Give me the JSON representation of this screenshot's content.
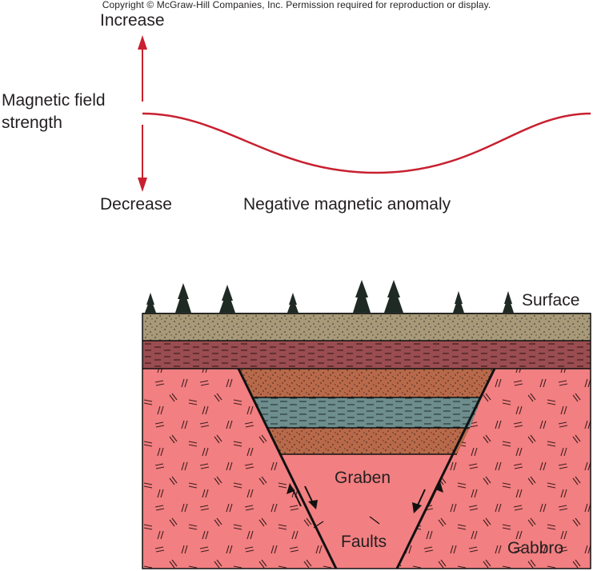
{
  "copyright": "Copyright © McGraw-Hill Companies, Inc. Permission required for reproduction or display.",
  "graph": {
    "increase_label": "Increase",
    "decrease_label": "Decrease",
    "axis_label_line1": "Magnetic field",
    "axis_label_line2": "strength",
    "anomaly_label": "Negative magnetic anomaly",
    "curve_color": "#c8202f"
  },
  "cross_section": {
    "surface_label": "Surface",
    "graben_label": "Graben",
    "faults_label": "Faults",
    "gabbro_label": "Gabbro",
    "colors": {
      "gabbro": "#f27f81",
      "soil": "#a89a79",
      "red_shale": "#9a4d50",
      "sandstone": "#b8694a",
      "blue_shale": "#6e8d8d",
      "tree": "#1f2a24",
      "fault_line": "#111111"
    }
  }
}
